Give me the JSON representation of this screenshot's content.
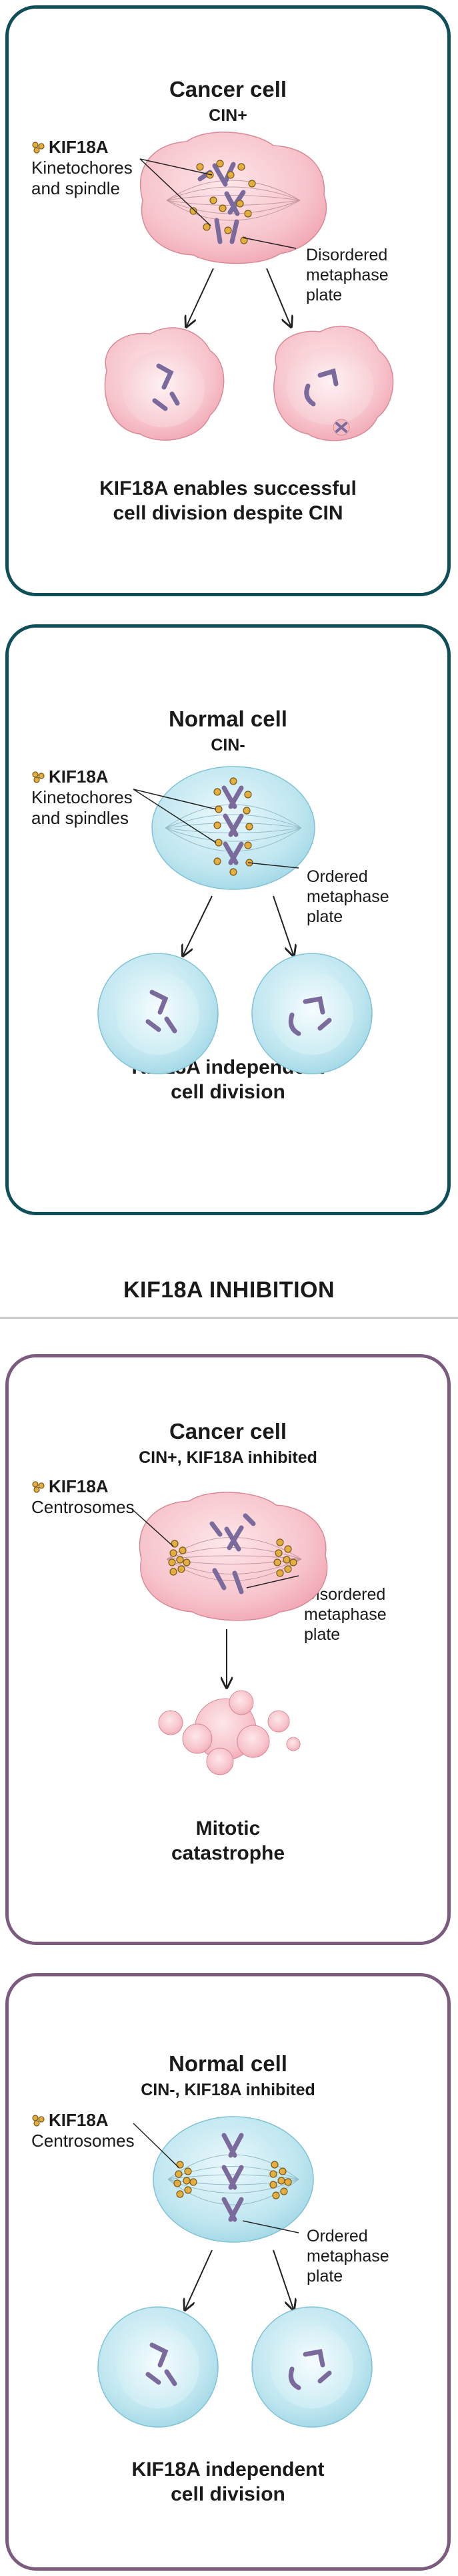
{
  "panels": [
    {
      "title": "Cancer cell",
      "subtitle": "CIN+",
      "legend_kif": "KIF18A",
      "legend_lines": [
        "Kinetochores",
        "and spindle"
      ],
      "note_lines": [
        "Disordered",
        "metaphase",
        "plate"
      ],
      "caption_lines": [
        "KIF18A enables successful",
        "cell division despite CIN"
      ]
    },
    {
      "title": "Normal cell",
      "subtitle": "CIN-",
      "legend_kif": "KIF18A",
      "legend_lines": [
        "Kinetochores",
        "and spindles"
      ],
      "note_lines": [
        "Ordered",
        "metaphase",
        "plate"
      ],
      "caption_lines": [
        "KIF18A independent",
        "cell division"
      ]
    },
    {
      "title": "Cancer cell",
      "subtitle": "CIN+, KIF18A inhibited",
      "legend_kif": "KIF18A",
      "legend_lines": [
        "Centrosomes"
      ],
      "note_lines": [
        "Disordered",
        "metaphase",
        "plate"
      ],
      "caption_lines": [
        "Mitotic",
        "catastrophe"
      ]
    },
    {
      "title": "Normal cell",
      "subtitle": "CIN-, KIF18A inhibited",
      "legend_kif": "KIF18A",
      "legend_lines": [
        "Centrosomes"
      ],
      "note_lines": [
        "Ordered",
        "metaphase",
        "plate"
      ],
      "caption_lines": [
        "KIF18A independent",
        "cell division"
      ]
    }
  ],
  "section_heading": "KIF18A INHIBITION",
  "colors": {
    "teal_border": "#0f4f59",
    "purple_border": "#7c5c7e",
    "cancer_cell": "#f5b8c2",
    "normal_cell": "#b9e4ef",
    "kif18a_dot": "#e3ad3f",
    "chromosome": "#7b6a9c"
  }
}
